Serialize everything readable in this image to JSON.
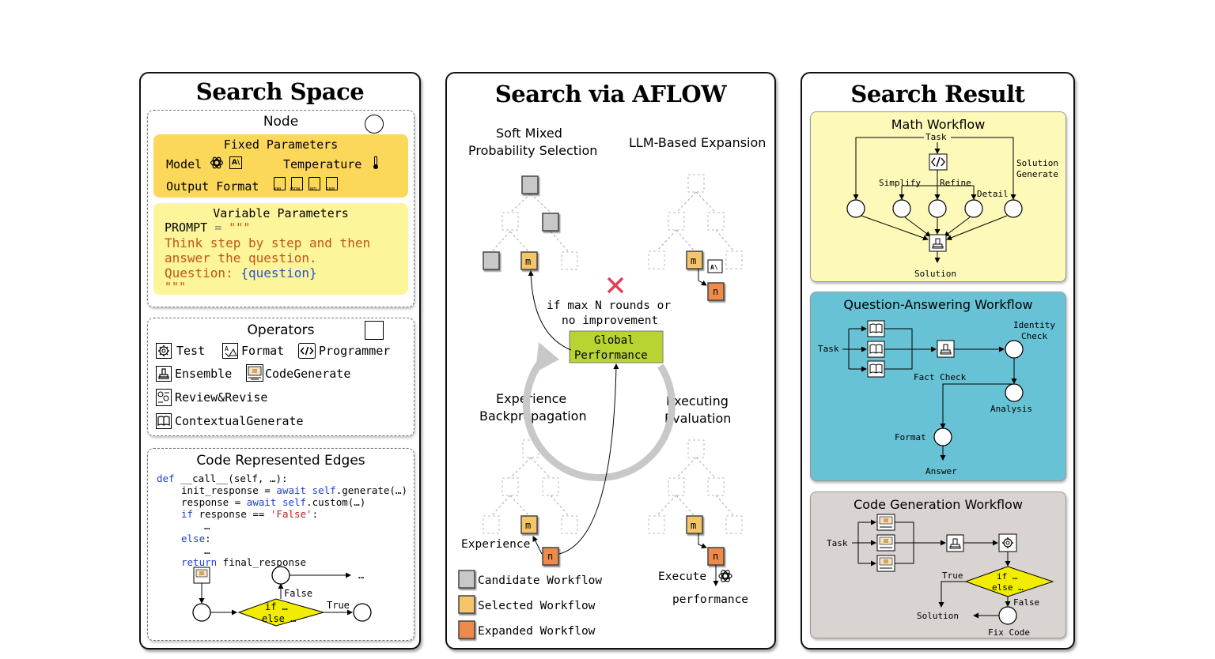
{
  "panels": {
    "search_space": {
      "title": "Search Space",
      "node": {
        "label": "Node",
        "fixed": {
          "title": "Fixed Parameters",
          "model_label": "Model",
          "temperature_label": "Temperature",
          "output_label": "Output Format",
          "formats": [
            "XML",
            "JSON",
            "MD",
            "RAW"
          ]
        },
        "variable": {
          "title": "Variable Parameters",
          "prompt_key": "PROMPT",
          "prompt_eq": " = ",
          "prompt_open": "\"\"\"",
          "line1": "Think step by step and then",
          "line2": "answer the question.",
          "line3_prefix": "Question: ",
          "line3_var": "{question}",
          "prompt_close": "\"\"\""
        }
      },
      "operators": {
        "label": "Operators",
        "items": [
          {
            "label": "Test",
            "icon": "gear-icon"
          },
          {
            "label": "Format",
            "icon": "format-icon"
          },
          {
            "label": "Programmer",
            "icon": "code-icon"
          },
          {
            "label": "Ensemble",
            "icon": "ensemble-icon"
          },
          {
            "label": "CodeGenerate",
            "icon": "code-generate-icon"
          },
          {
            "label": "Review&Revise",
            "icon": "review-icon"
          },
          {
            "label": "ContextualGenerate",
            "icon": "book-icon"
          }
        ]
      },
      "edges": {
        "label": "Code Represented Edges",
        "code": {
          "def_kw": "def",
          "def_rest": " __call__(self, …):",
          "l2_a": "init_response = ",
          "l2_kw": "await",
          "l2_self": " self",
          "l2_rest": ".generate(…)",
          "l3_a": "response = ",
          "l3_kw": "await",
          "l3_self": " self",
          "l3_rest": ".custom(…)",
          "l4_kw": "if",
          "l4_a": " response == ",
          "l4_str": "'False'",
          "l4_colon": ":",
          "l5": "…",
          "l6_kw": "else",
          "l6_colon": ":",
          "l7": "…",
          "l8_kw": "return",
          "l8_rest": " final_response"
        },
        "diagram": {
          "false_label": "False",
          "true_label": "True",
          "diamond_l1": "if …",
          "diamond_l2": "else …",
          "ellipsis": "…"
        }
      }
    },
    "search_via_aflow": {
      "title": "Search via AFLOW",
      "soft_mixed_l1": "Soft Mixed",
      "soft_mixed_l2": "Probability Selection",
      "llm_expansion": "LLM-Based Expansion",
      "experience_l1": "Experience",
      "experience_l2": "Backpropagation",
      "executing_l1": "Executing",
      "executing_l2": "Evaluation",
      "stop_l1": "if max N rounds or",
      "stop_l2": "no improvement",
      "global_l1": "Global",
      "global_l2": "Performance",
      "experience_label": "Experience",
      "execute_label": "Execute",
      "performance_label": "performance",
      "node_m": "m",
      "node_n": "n",
      "legend": [
        {
          "label": "Candidate Workflow",
          "color": "#c8c8c8"
        },
        {
          "label": "Selected Workflow",
          "color": "#f5c56a"
        },
        {
          "label": "Expanded Workflow",
          "color": "#f08a4b"
        }
      ]
    },
    "search_result": {
      "title": "Search Result",
      "math": {
        "title": "Math Workflow",
        "task": "Task",
        "simplify": "Simplify",
        "refine": "Refine",
        "detail": "Detail",
        "solution_generate_l1": "Solution",
        "solution_generate_l2": "Generate",
        "solution": "Solution"
      },
      "qa": {
        "title": "Question-Answering Workflow",
        "task": "Task",
        "identity_l1": "Identity",
        "identity_l2": "Check",
        "fact_check": "Fact Check",
        "analysis": "Analysis",
        "format": "Format",
        "answer": "Answer"
      },
      "code": {
        "title": "Code Generation Workflow",
        "task": "Task",
        "true_label": "True",
        "false_label": "False",
        "diamond_l1": "if …",
        "diamond_l2": "else …",
        "solution": "Solution",
        "fix_code": "Fix Code"
      }
    }
  },
  "colors": {
    "fixed_bg": "#fbd85a",
    "variable_bg": "#fdf59a",
    "math_bg": "#fdf9b8",
    "qa_bg": "#66c2d4",
    "code_bg": "#d9d4d1",
    "global_bg": "#b8d433",
    "diamond": "#f2ec00",
    "prompt_text": "#c0541b",
    "var_blue": "#2554d4",
    "keyword_blue": "#1f3fd1",
    "string_red": "#b82020",
    "cross_red": "#e0405a"
  }
}
